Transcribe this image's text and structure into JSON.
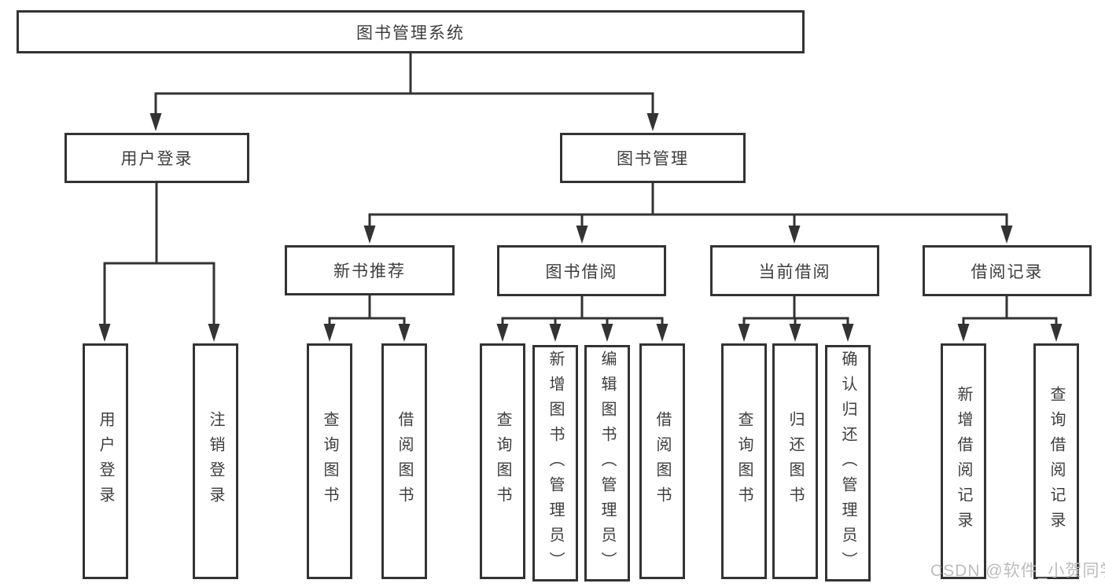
{
  "diagram": {
    "type": "functional-structure-tree",
    "tree": {
      "label": "图书管理系统",
      "children": [
        {
          "label": "用户登录",
          "children": [
            {
              "label": "用户登录"
            },
            {
              "label": "注销登录"
            }
          ]
        },
        {
          "label": "图书管理",
          "children": [
            {
              "label": "新书推荐",
              "children": [
                {
                  "label": "查询图书"
                },
                {
                  "label": "借阅图书"
                }
              ]
            },
            {
              "label": "图书借阅",
              "children": [
                {
                  "label": "查询图书"
                },
                {
                  "label": "新增图书（管理员）"
                },
                {
                  "label": "编辑图书（管理员）"
                },
                {
                  "label": "借阅图书"
                }
              ]
            },
            {
              "label": "当前借阅",
              "children": [
                {
                  "label": "查询图书"
                },
                {
                  "label": "归还图书"
                },
                {
                  "label": "确认归还（管理员）"
                }
              ]
            },
            {
              "label": "借阅记录",
              "children": [
                {
                  "label": "新增借阅记录"
                },
                {
                  "label": "查询借阅记录"
                }
              ]
            }
          ]
        }
      ]
    },
    "colors": {
      "line": "#333333",
      "box_border": "#333333",
      "box_fill": "#ffffff",
      "text": "#3d3d3d",
      "watermark": "#bcbcbc"
    }
  },
  "watermark": {
    "text": "CSDN @软件_小贺同学"
  }
}
